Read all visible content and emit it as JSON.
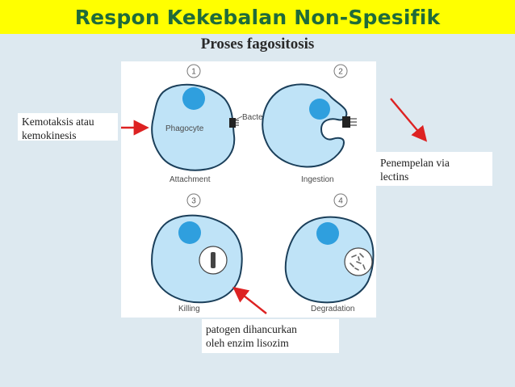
{
  "header": {
    "title": "Respon Kekebalan Non-Spesifik"
  },
  "subtitle": "Proses fagositosis",
  "figure": {
    "steps": [
      {
        "number": "1",
        "caption": "Attachment"
      },
      {
        "number": "2",
        "caption": "Ingestion"
      },
      {
        "number": "3",
        "caption": "Killing"
      },
      {
        "number": "4",
        "caption": "Degradation"
      }
    ],
    "phagocyte_label": "Phagocyte",
    "bacterium_label": "Bacterium"
  },
  "annotations": {
    "chemotaxis": [
      "Kemotaksis atau",
      "kemokinesis"
    ],
    "attachment": [
      "Penempelan via",
      "lectins"
    ],
    "killing": [
      "patogen dihancurkan",
      "oleh enzim lisozim"
    ]
  },
  "colors": {
    "title_bg": "#ffff00",
    "title_text": "#1f6b3a",
    "cell_fill": "#bfe3f7",
    "cell_stroke": "#1b3f5a",
    "nucleus": "#2f9fde",
    "arrow": "#dd2222",
    "background": "#dde9f0"
  }
}
